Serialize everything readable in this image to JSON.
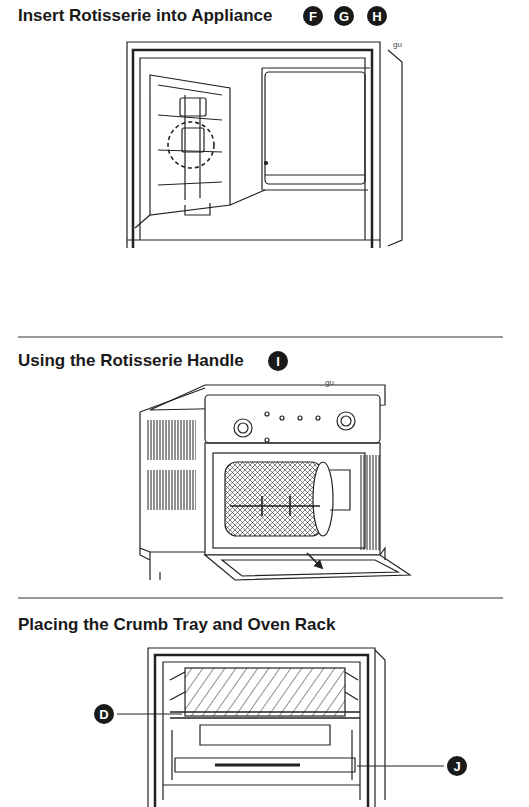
{
  "diagram": {
    "nodes": [
      {
        "text": [
          "F"
        ]
      },
      {
        "text": [
          "G"
        ]
      },
      {
        "text": [
          "H"
        ]
      },
      {
        "text": [
          "I"
        ]
      },
      {
        "text": [
          "D"
        ]
      },
      {
        "text": [
          "J"
        ]
      }
    ],
    "labels": [
      "Insert Rotisserie into Appliance",
      "gu",
      "Using the Rotisserie Handle",
      "gu",
      "Placing the Crumb Tray and Oven Rack"
    ]
  }
}
